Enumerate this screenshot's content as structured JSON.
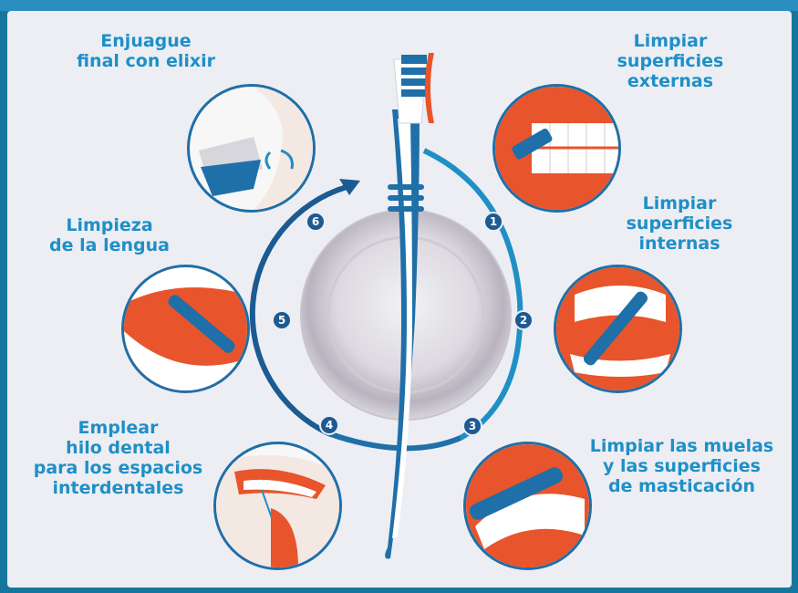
{
  "steps": {
    "s1": {
      "label": "Limpiar\nsuperficies\nexternas",
      "number": "1"
    },
    "s2": {
      "label": "Limpiar\nsuperficies\ninternas",
      "number": "2"
    },
    "s3": {
      "label": "Limpiar las muelas\ny las superficies\nde masticación",
      "number": "3"
    },
    "s4": {
      "label": "Emplear\nhilo dental\npara los espacios\ninterdentales",
      "number": "4"
    },
    "s5": {
      "label": "Limpieza\nde la lengua",
      "number": "5"
    },
    "s6": {
      "label": "Enjuague\nfinal con elixir",
      "number": "6"
    }
  },
  "colors": {
    "accent": "#1f8fc7",
    "dark_blue": "#1b5a92",
    "gum_orange": "#e8542b",
    "background": "#eceef3"
  }
}
